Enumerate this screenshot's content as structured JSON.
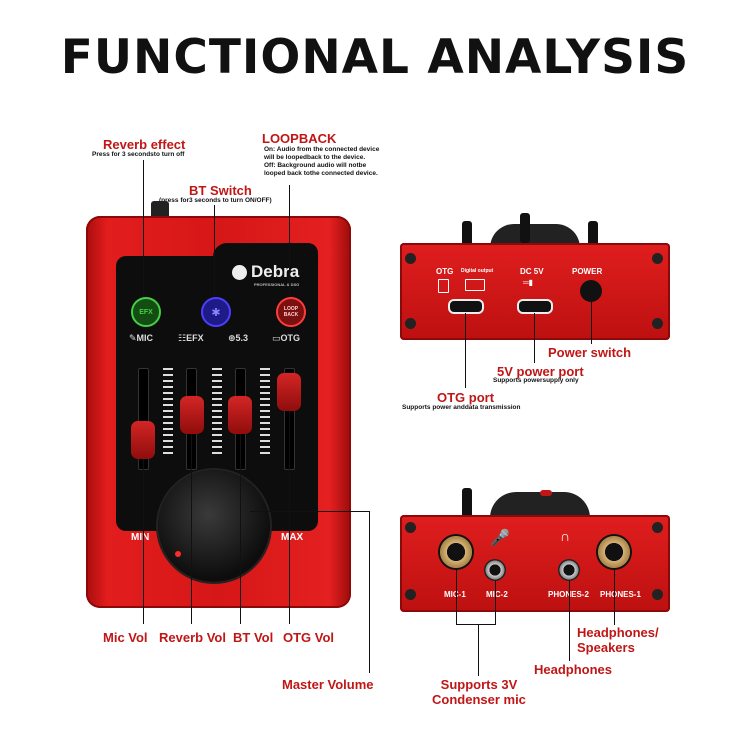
{
  "title": "FUNCTIONAL ANALYSIS",
  "front": {
    "brand": "Debra",
    "brand_sub": "PROFESSIONAL & DSG",
    "buttons": {
      "efx": "EFX",
      "loop": "LOOP BACK"
    },
    "channels": [
      "MIC",
      "EFX",
      "5.3",
      "OTG"
    ],
    "min_label": "MIN",
    "max_label": "MAX"
  },
  "annotations": {
    "reverb_effect": {
      "title": "Reverb effect",
      "note": "Press for 3 secondsto turn off"
    },
    "bt_switch": {
      "title": "BT Switch",
      "note": "(press for3 seconds to turn ON/OFF)"
    },
    "loopback": {
      "title": "LOOPBACK",
      "note_lines": [
        "On: Audio from the connected device",
        "will be loopedback to the device.",
        "Off: Background audio will notbe",
        "looped back tothe connected device."
      ]
    },
    "mic_vol": "Mic Vol",
    "reverb_vol": "Reverb Vol",
    "bt_vol": "BT Vol",
    "otg_vol": "OTG Vol",
    "master_volume": "Master Volume",
    "otg_port": {
      "title": "OTG port",
      "note": "Supports power anddata transmission"
    },
    "power_5v": {
      "title": "5V power port",
      "note": "Supports powersupply only"
    },
    "power_switch": "Power switch",
    "headphones_speakers": "Headphones/\nSpeakers",
    "headphones": "Headphones",
    "condenser": "Supports 3V\nCondenser mic"
  },
  "back_top": {
    "otg": "OTG",
    "otg_sub": "Digital output",
    "dc": "DC 5V",
    "power": "POWER"
  },
  "back_bottom": {
    "mic1": "MIC-1",
    "mic2": "MIC-2",
    "ph2": "PHONES-2",
    "ph1": "PHONES-1"
  },
  "colors": {
    "accent_red": "#c01616",
    "device_red": "#d61717"
  }
}
